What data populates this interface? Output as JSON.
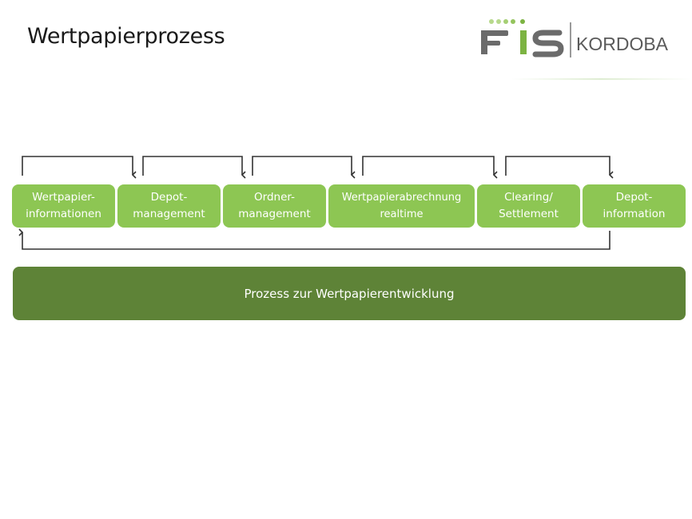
{
  "slide": {
    "title": "Wertpapierprozess"
  },
  "logo": {
    "brand_letters": "FIS",
    "subbrand": "KORDOBA"
  },
  "process_steps": [
    {
      "label": "Wertpapier-\ninformationen"
    },
    {
      "label": "Depot-\nmanagement"
    },
    {
      "label": "Ordner-\nmanagement"
    },
    {
      "label": "Wertpapierabrechnung\nrealtime"
    },
    {
      "label": "Clearing/\nSettlement"
    },
    {
      "label": "Depot-\ninformation"
    }
  ],
  "foundation": {
    "label": "Prozess zur Wertpapierentwicklung"
  },
  "colors": {
    "step_fill": "#8dc653",
    "foundation_fill": "#5e8337",
    "arrow": "#333333",
    "logo_gray": "#6b6b6b",
    "logo_green": "#7cb342"
  }
}
